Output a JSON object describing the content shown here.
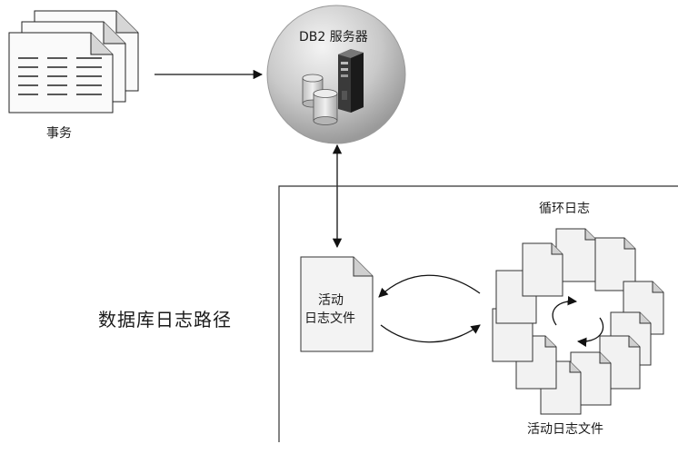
{
  "labels": {
    "transactions": "事务",
    "server": "DB2 服务器",
    "log_path": "数据库日志路径",
    "active_log_file_line1": "活动",
    "active_log_file_line2": "日志文件",
    "circular_log": "循环日志",
    "active_log_files": "活动日志文件"
  },
  "colors": {
    "line": "#222222",
    "paper": "#f2f2f2",
    "paper_fold": "#d0d0d0",
    "server_sphere": "#c8c8c8"
  },
  "icons": [
    "document-stack-icon",
    "server-icon",
    "database-cylinder-icon",
    "log-file-icon",
    "cycle-arrows-icon"
  ]
}
